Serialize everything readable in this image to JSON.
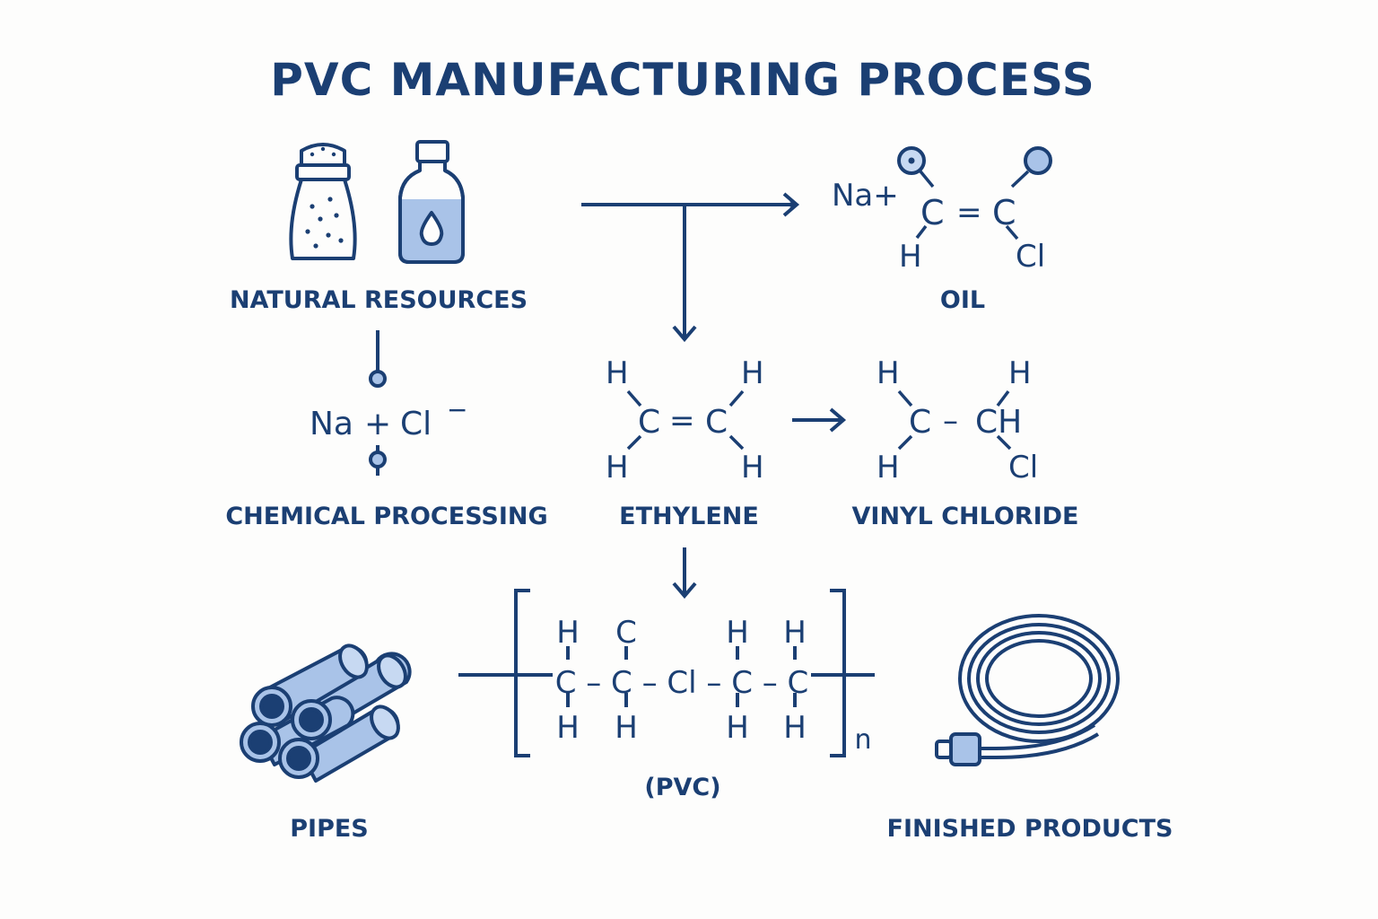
{
  "title": "PVC MANUFACTURING PROCESS",
  "colors": {
    "ink": "#1b3f73",
    "fill": "#a9c3e8",
    "fill_light": "#c7d9f2",
    "background": "#fdfdfc"
  },
  "labels": {
    "natural_resources": "NATURAL RESOURCES",
    "oil": "OIL",
    "chemical_processing": "CHEMICAL PROCESSING",
    "ethylene": "ETHYLENE",
    "vinyl_chloride": "VINYL CHLORIDE",
    "pipes": "PIPES",
    "pvc": "(PVC)",
    "finished_products": "FINISHED PRODUCTS"
  },
  "oil_molecule": {
    "na": "Na+",
    "c_left": "C",
    "double_bond": "=",
    "c_right": "C",
    "h": "H",
    "cl": "Cl"
  },
  "salt_ions": {
    "na": "Na",
    "plus": "+",
    "cl": "Cl",
    "minus": "−"
  },
  "ethylene_molecule": {
    "h_top_left": "H",
    "h_top_right": "H",
    "c_left": "C",
    "double_bond": "=",
    "c_right": "C",
    "h_bottom_left": "H",
    "h_bottom_right": "H"
  },
  "vinyl_chloride_molecule": {
    "h_top_left": "H",
    "h_top_right": "H",
    "c_left": "C",
    "single_bond": "–",
    "c_right": "CH",
    "h_bottom_left": "H",
    "cl": "Cl"
  },
  "reaction_arrow": "→",
  "pvc_polymer": {
    "top_row": [
      "H",
      "C",
      "H",
      "H"
    ],
    "middle": "C – C – Cl – C – C",
    "bottom_row": [
      "H",
      "H",
      "H",
      "H"
    ],
    "subscript": "n"
  },
  "icons": [
    "salt-shaker-icon",
    "oil-bottle-icon",
    "pipes-icon",
    "cable-coil-icon"
  ]
}
